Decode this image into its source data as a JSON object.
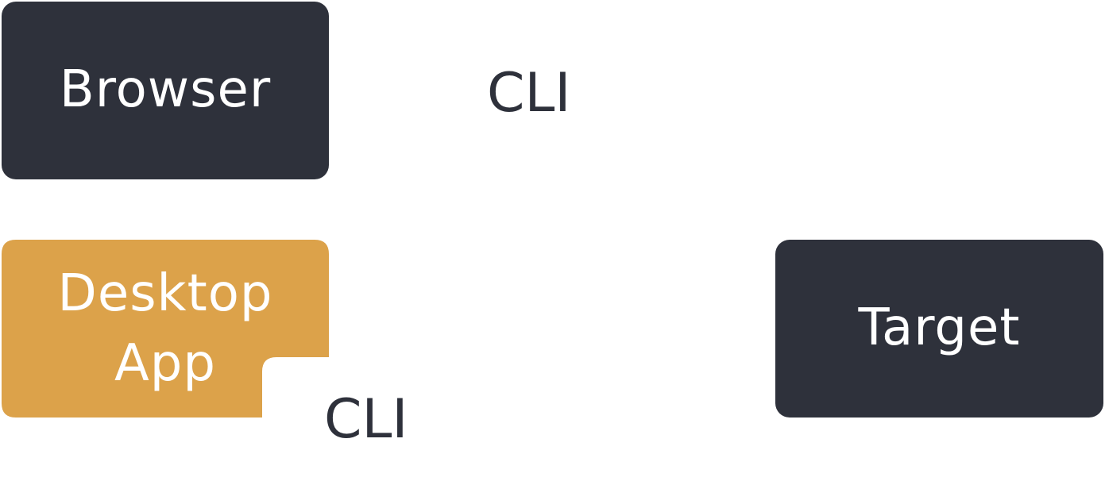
{
  "nodes": {
    "browser": {
      "label": "Browser",
      "color": "#2e313b"
    },
    "desktop_app": {
      "label_line1": "Desktop",
      "label_line2": "App",
      "color": "#dca24a"
    },
    "target": {
      "label": "Target",
      "color": "#2e313b"
    }
  },
  "labels": {
    "cli_top": "CLI",
    "cli_bottom": "CLI"
  },
  "colors": {
    "text_dark": "#2e313b",
    "background": "#ffffff"
  }
}
